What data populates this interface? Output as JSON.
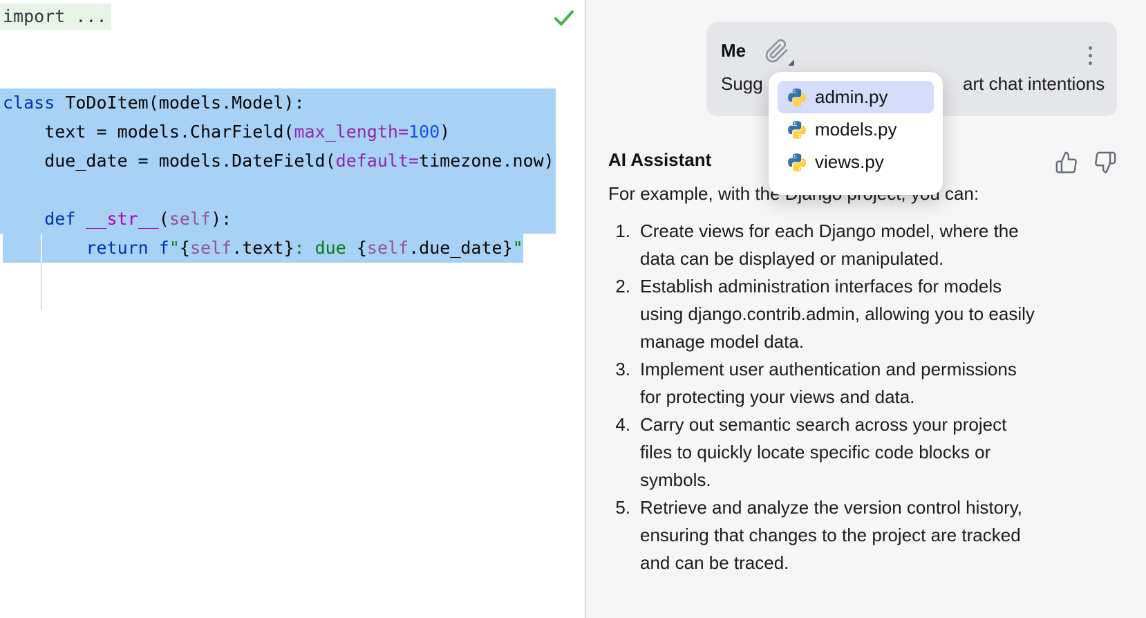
{
  "colors": {
    "editor_selection": "#A8D1F6",
    "folded_region_bg": "#E9F4E9",
    "keyword": "#0033B3",
    "magic_method": "#B200B2",
    "self_param": "#94558D",
    "named_arg": "#9128A8",
    "number": "#1750EB",
    "string": "#067D17",
    "inspection_check_green": "#4CAF50",
    "panel_bg": "#F6F6F7",
    "bubble_bg": "#E5E6E9",
    "popup_selected_bg": "#D5DDFB",
    "python_blue": "#387EB8",
    "python_yellow": "#FFD43B"
  },
  "editor": {
    "folded_import": "import ...",
    "inspection_icon": "checkmark-icon",
    "code_lines": [
      {
        "selected": true,
        "partial": false,
        "segments": [
          {
            "t": "class",
            "c": "kw"
          },
          {
            "t": " ToDoItem(models.Model):",
            "c": "plain"
          }
        ]
      },
      {
        "selected": true,
        "partial": false,
        "segments": [
          {
            "t": "    text = models.CharField(",
            "c": "plain"
          },
          {
            "t": "max_length=",
            "c": "param"
          },
          {
            "t": "100",
            "c": "num"
          },
          {
            "t": ")",
            "c": "plain"
          }
        ]
      },
      {
        "selected": true,
        "partial": false,
        "segments": [
          {
            "t": "    due_date = models.DateField(",
            "c": "plain"
          },
          {
            "t": "default=",
            "c": "param"
          },
          {
            "t": "timezone.now)",
            "c": "plain"
          }
        ]
      },
      {
        "selected": true,
        "partial": false,
        "segments": []
      },
      {
        "selected": true,
        "partial": false,
        "segments": [
          {
            "t": "    ",
            "c": "plain"
          },
          {
            "t": "def",
            "c": "kw"
          },
          {
            "t": " ",
            "c": "plain"
          },
          {
            "t": "__str__",
            "c": "magic"
          },
          {
            "t": "(",
            "c": "plain"
          },
          {
            "t": "self",
            "c": "self"
          },
          {
            "t": "):",
            "c": "plain"
          }
        ]
      },
      {
        "selected": true,
        "partial": true,
        "segments": [
          {
            "t": "        ",
            "c": "plain"
          },
          {
            "t": "return",
            "c": "kw"
          },
          {
            "t": " ",
            "c": "plain"
          },
          {
            "t": "f",
            "c": "kw"
          },
          {
            "t": "\"",
            "c": "str"
          },
          {
            "t": "{",
            "c": "plain"
          },
          {
            "t": "self",
            "c": "self"
          },
          {
            "t": ".text",
            "c": "plain"
          },
          {
            "t": "}",
            "c": "plain"
          },
          {
            "t": ": due ",
            "c": "str"
          },
          {
            "t": "{",
            "c": "plain"
          },
          {
            "t": "self",
            "c": "self"
          },
          {
            "t": ".due_date",
            "c": "plain"
          },
          {
            "t": "}",
            "c": "plain"
          },
          {
            "t": "\"",
            "c": "str"
          }
        ]
      }
    ]
  },
  "chat": {
    "user": {
      "name": "Me",
      "attach_icon": "paperclip-icon",
      "menu_icon": "kebab-menu-icon",
      "message_start": "Sugg",
      "message_end": "art chat intentions"
    },
    "file_popup": {
      "items": [
        {
          "label": "admin.py",
          "icon": "python-icon",
          "selected": true
        },
        {
          "label": "models.py",
          "icon": "python-icon",
          "selected": false
        },
        {
          "label": "views.py",
          "icon": "python-icon",
          "selected": false
        }
      ]
    },
    "assistant": {
      "name": "AI Assistant",
      "feedback_icons": [
        "thumbs-up-icon",
        "thumbs-down-icon"
      ],
      "intro": "For example, with the Django project, you can:",
      "list_items": [
        {
          "lines": [
            "Create views for each Django model, where the",
            "data can be displayed or manipulated."
          ]
        },
        {
          "lines": [
            "Establish administration interfaces for models",
            "using django.contrib.admin, allowing you to easily",
            "manage model data."
          ]
        },
        {
          "lines": [
            "Implement user authentication and permissions",
            "for protecting your views and data."
          ]
        },
        {
          "lines": [
            "Carry out semantic search across your project",
            "files to quickly locate specific code blocks or",
            "symbols."
          ]
        },
        {
          "lines": [
            "Retrieve and analyze the version control history,",
            "ensuring that changes to the project are tracked",
            "and can be traced."
          ]
        }
      ]
    }
  }
}
